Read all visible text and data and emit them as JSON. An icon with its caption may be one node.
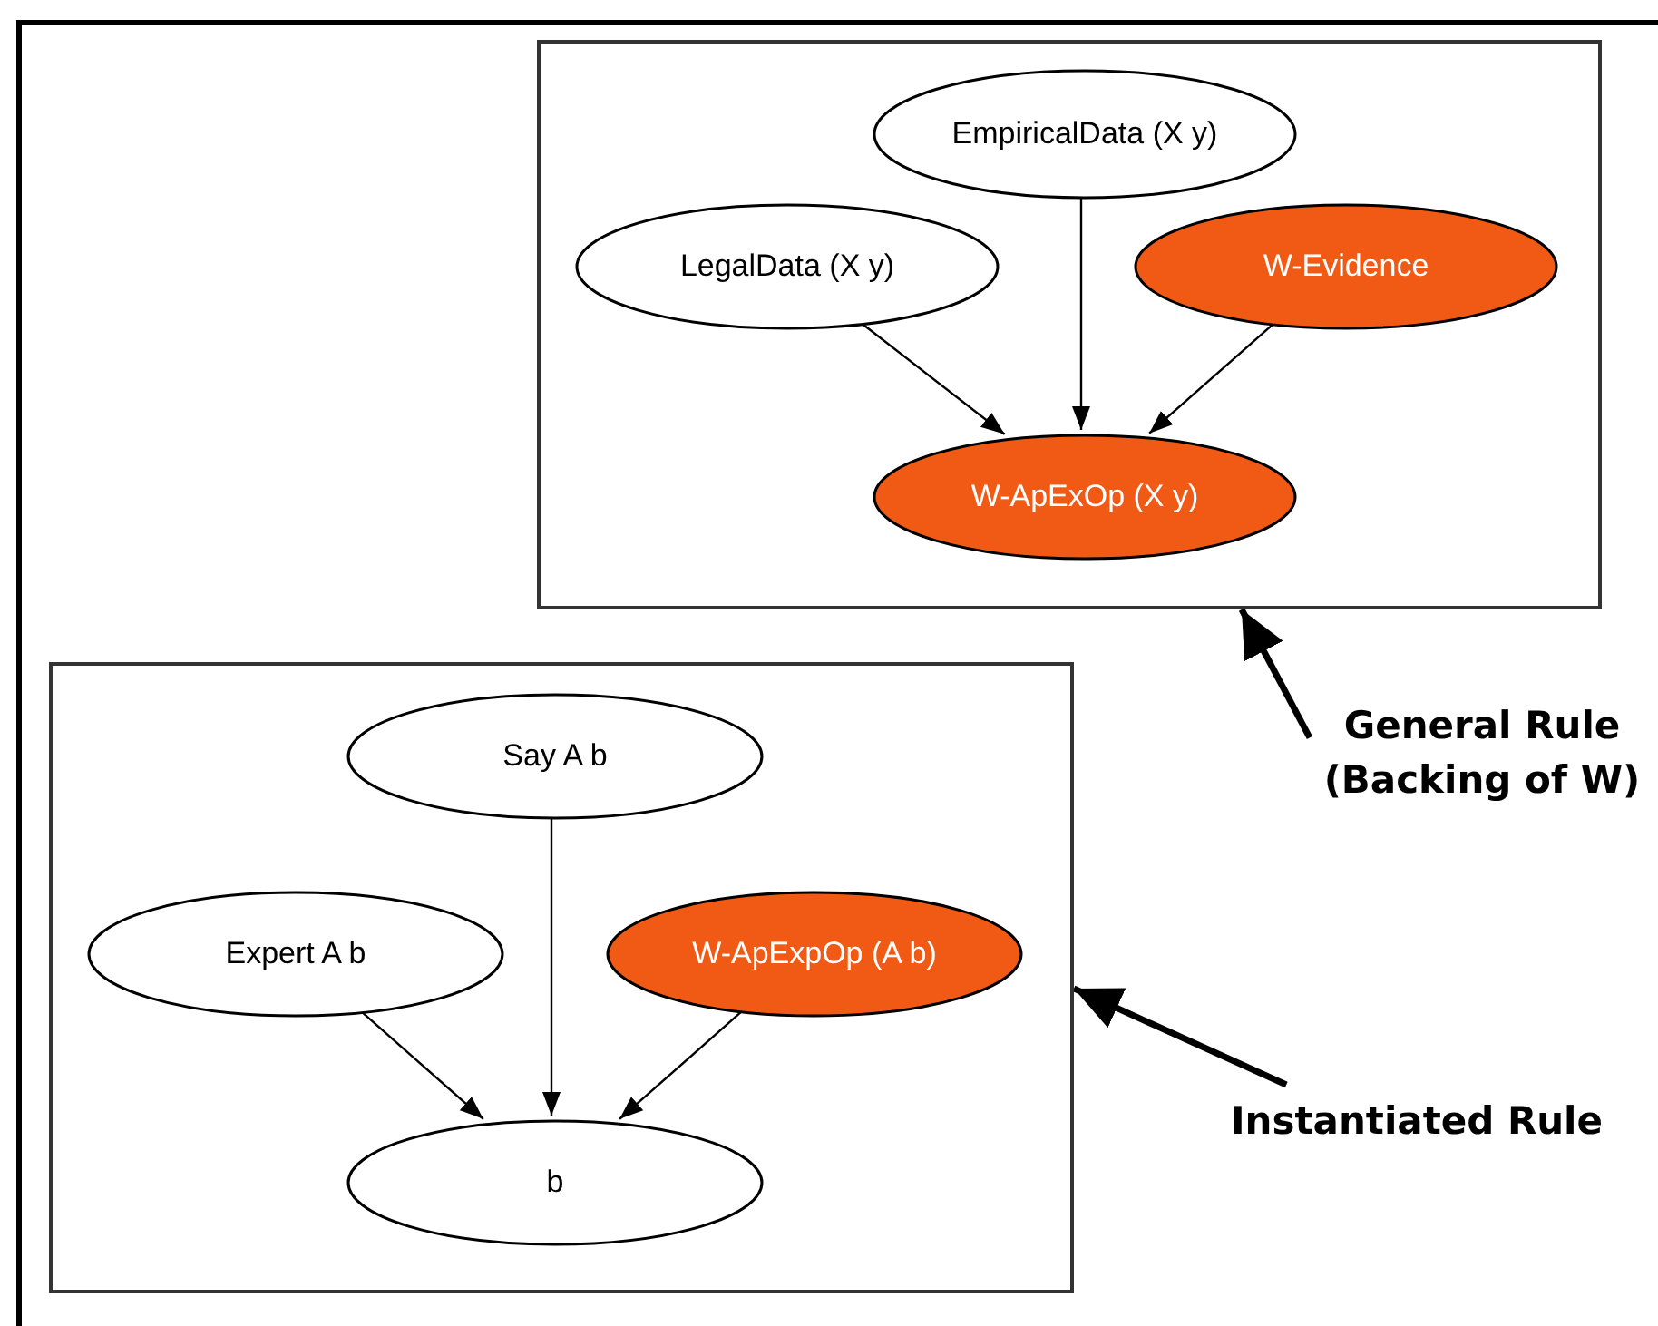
{
  "diagram": {
    "nodes": [
      {
        "text": [],
        "shape": "box"
      },
      {
        "text": [
          "EmpiricalData (X y)"
        ],
        "in": 0
      },
      {
        "text": [
          "LegalData (X y)"
        ],
        "in": 0
      },
      {
        "text": [
          "W-Evidence"
        ],
        "in": 0
      },
      {
        "text": [
          "W-ApExOp (X y)"
        ],
        "in": 0
      },
      {
        "text": [],
        "shape": "box"
      },
      {
        "text": [
          "Say A b"
        ],
        "in": 5
      },
      {
        "text": [
          "Expert A b"
        ],
        "in": 5
      },
      {
        "text": [
          "W-ApExpOp (A b)"
        ],
        "in": 5
      },
      {
        "text": [
          "b"
        ],
        "in": 5
      },
      {
        "text": [
          "General Rule (Backing of W)"
        ]
      },
      {
        "text": [
          "Instantiated Rule"
        ]
      }
    ],
    "edges": [
      {
        "from": 2,
        "to": 4,
        "arrow": "to"
      },
      {
        "from": 1,
        "to": 4,
        "arrow": "to"
      },
      {
        "from": 3,
        "to": 4,
        "arrow": "to"
      },
      {
        "from": 7,
        "to": 9,
        "arrow": "to"
      },
      {
        "from": 6,
        "to": 9,
        "arrow": "to"
      },
      {
        "from": 8,
        "to": 9,
        "arrow": "to"
      },
      {
        "from": 10,
        "to": 0,
        "arrow": "to",
        "style": "thick"
      },
      {
        "from": 11,
        "to": 5,
        "arrow": "to",
        "style": "thick"
      }
    ]
  }
}
